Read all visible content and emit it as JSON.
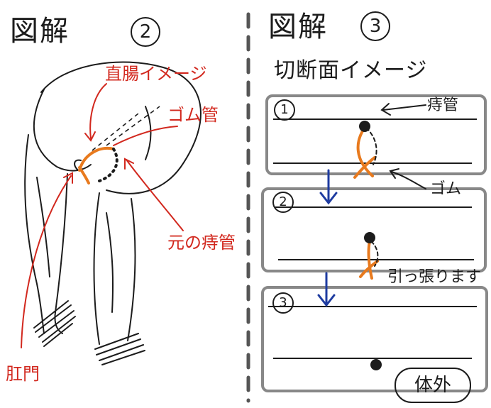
{
  "left": {
    "title": "図解",
    "number": "2",
    "labels": {
      "rectum": "直腸イメージ",
      "rubber_tube": "ゴム管",
      "original_fistula": "元の痔管",
      "anus": "肛門"
    }
  },
  "right": {
    "title": "図解",
    "number": "3",
    "subtitle": "切断面イメージ",
    "panels": [
      {
        "number": "1",
        "annotation": "痔管"
      },
      {
        "number": "2",
        "annotation": ""
      },
      {
        "number": "3",
        "annotation": ""
      }
    ],
    "rubber_label": "ゴム",
    "pull_label": "引っ張ります",
    "outside_label": "体外"
  },
  "colors": {
    "ink": "#1c1c1c",
    "red": "#d2281e",
    "orange": "#e87a1e"
  }
}
